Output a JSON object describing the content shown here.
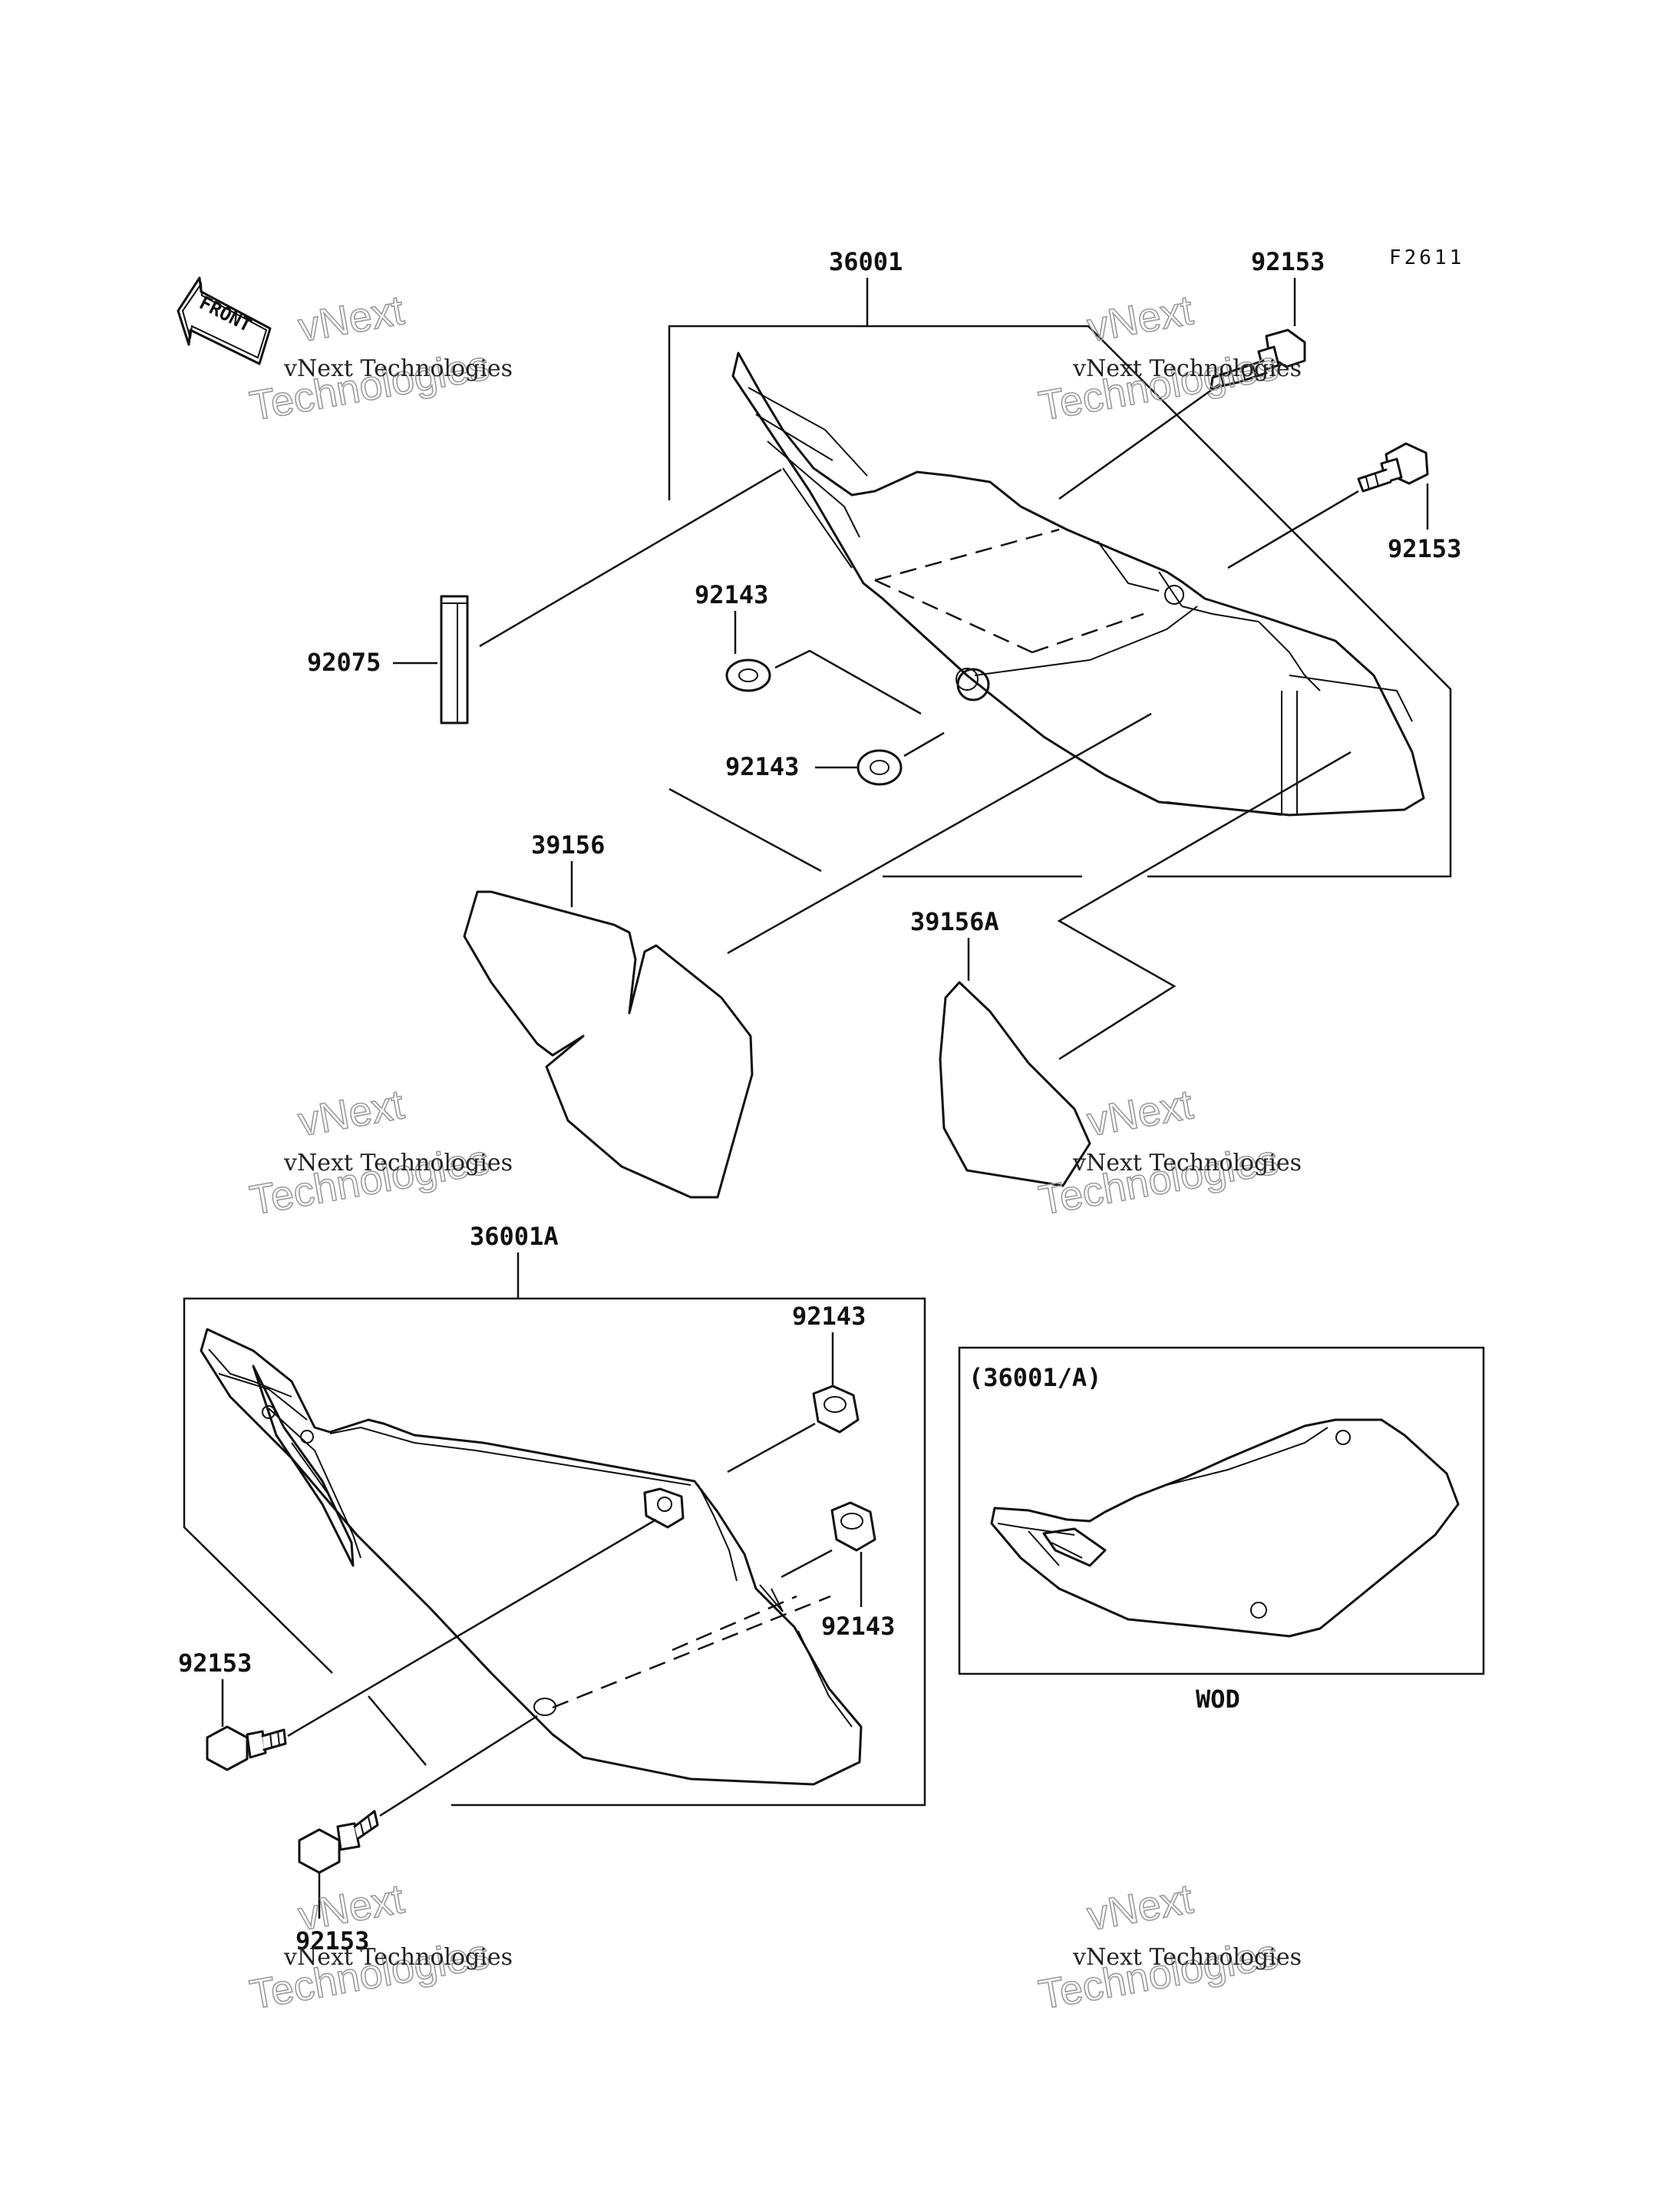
{
  "figure_code": "F2611",
  "front_label": "FRONT",
  "callouts": {
    "p36001": "36001",
    "p36001A": "36001A",
    "p92153_top": "92153",
    "p92153_right": "92153",
    "p92153_left": "92153",
    "p92153_bottom": "92153",
    "p92143_a": "92143",
    "p92143_b": "92143",
    "p92143_c": "92143",
    "p92143_d": "92143",
    "p92075": "92075",
    "p39156": "39156",
    "p39156A": "39156A"
  },
  "inset": {
    "title": "(36001/A)",
    "caption": "WOD"
  },
  "watermark": {
    "line1": "vNext Technologies",
    "line2": "vNext",
    "line3": "Technologies"
  }
}
